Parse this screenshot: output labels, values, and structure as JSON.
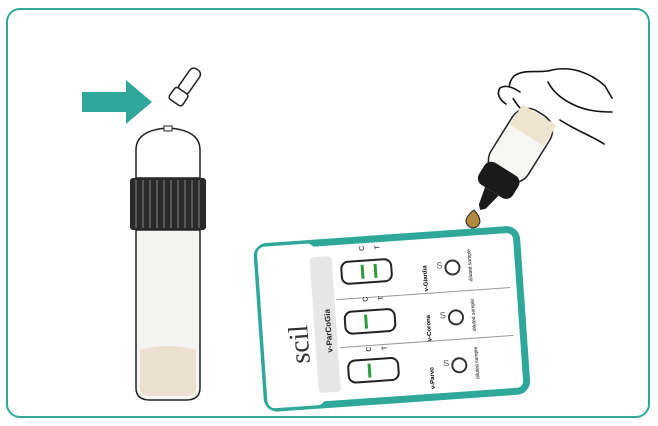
{
  "colors": {
    "frame": "#2fa79a",
    "arrow": "#2fa79a",
    "card_border": "#2fa79a",
    "line_green": "#2e9b3c",
    "sample": "#b08a40",
    "cap_dark": "#1a1a1a"
  },
  "icons": [
    "cap-icon",
    "arrow-icon",
    "hand-icon",
    "pipette-icon",
    "tube-icon",
    "drop-icon"
  ],
  "card": {
    "brand": "scil",
    "product": "v-ParCoGia",
    "tests": [
      {
        "name": "v-Giardia",
        "c": "C",
        "t": "T",
        "sample": "diluted sample"
      },
      {
        "name": "v-Corona",
        "c": "C",
        "t": "T",
        "sample": "diluted sample"
      },
      {
        "name": "v-Parvo",
        "c": "C",
        "t": "T",
        "sample": "diluted sample"
      }
    ],
    "well_mark": "S"
  }
}
